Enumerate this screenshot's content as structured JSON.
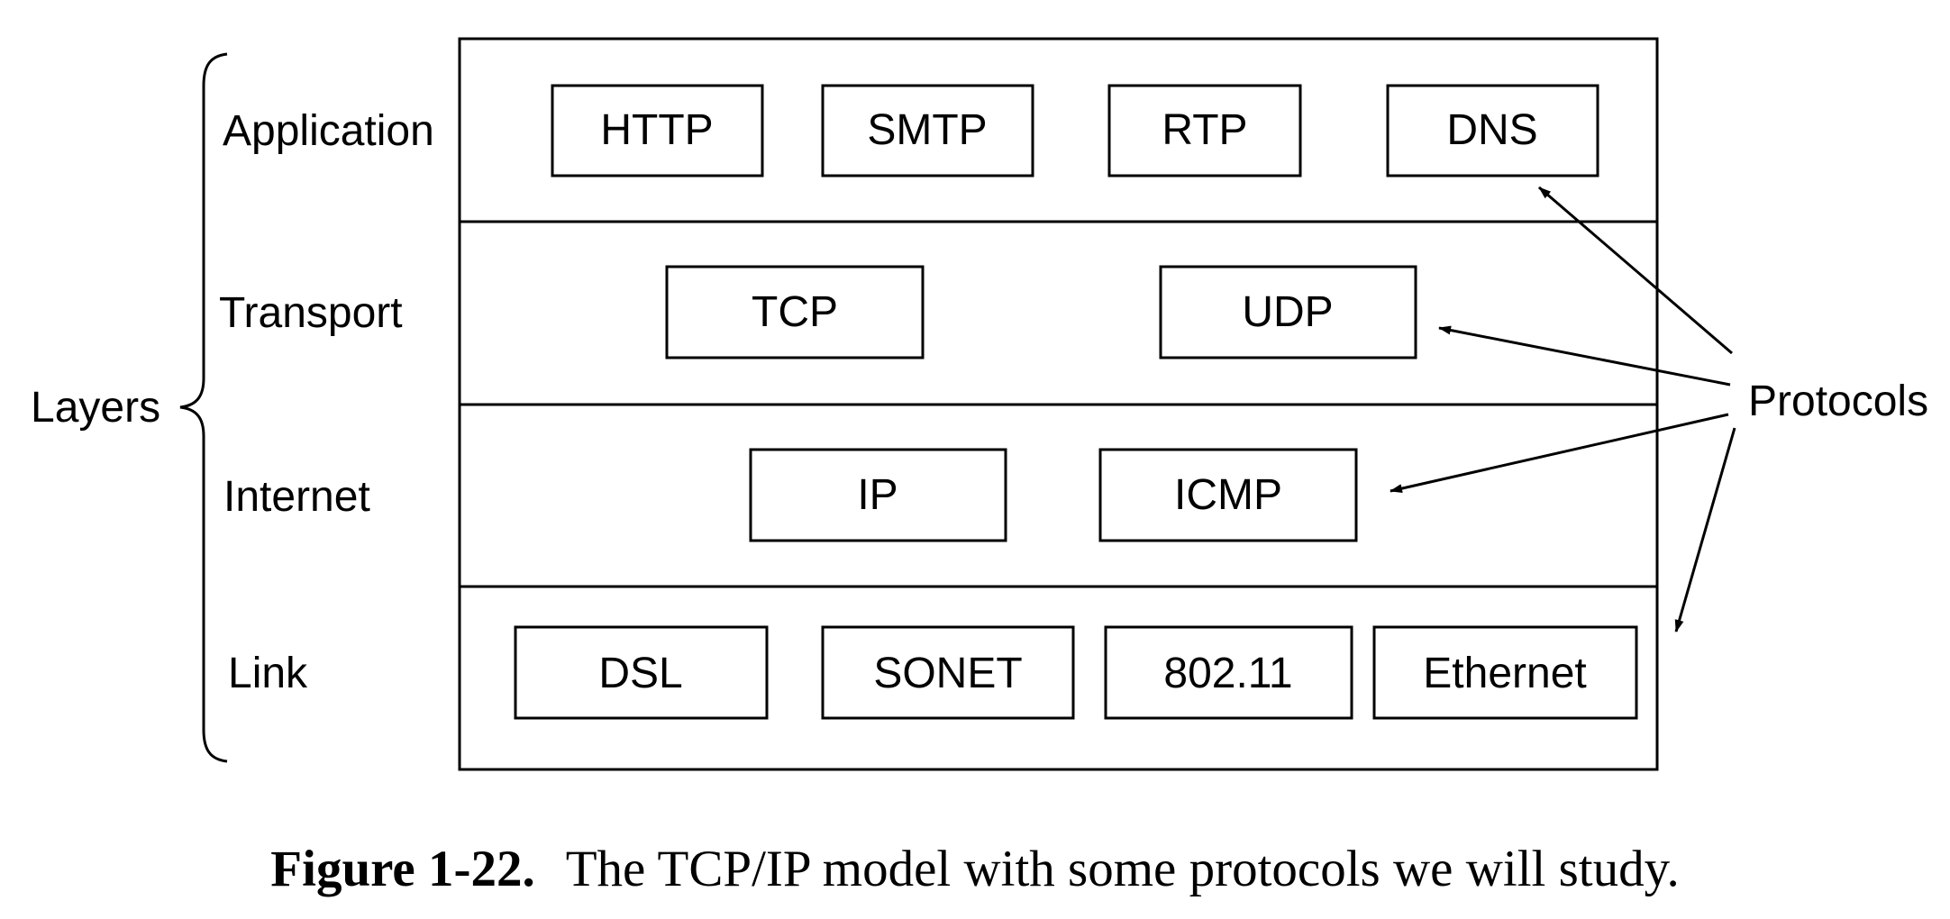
{
  "group_label": "Layers",
  "protocols_label": "Protocols",
  "layers": [
    {
      "name": "Application",
      "protocols": [
        "HTTP",
        "SMTP",
        "RTP",
        "DNS"
      ]
    },
    {
      "name": "Transport",
      "protocols": [
        "TCP",
        "UDP"
      ]
    },
    {
      "name": "Internet",
      "protocols": [
        "IP",
        "ICMP"
      ]
    },
    {
      "name": "Link",
      "protocols": [
        "DSL",
        "SONET",
        "802.11",
        "Ethernet"
      ]
    }
  ],
  "caption": {
    "figure_label": "Figure 1-22.",
    "text": "The TCP/IP model with some protocols we will study."
  }
}
